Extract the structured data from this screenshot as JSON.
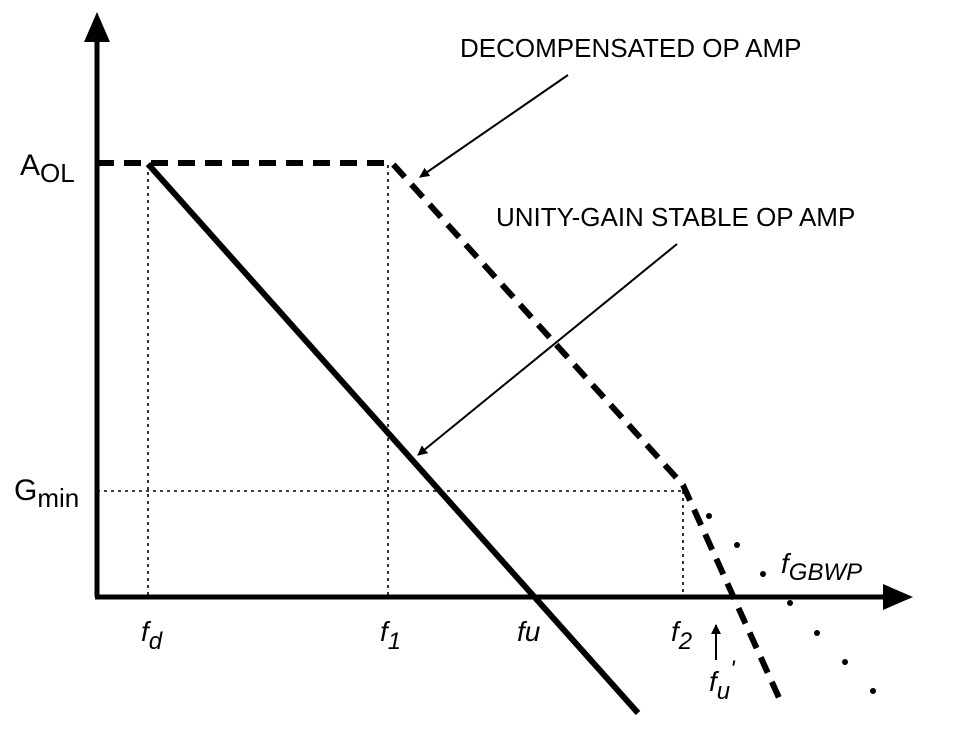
{
  "annotations": {
    "decompensated": "DECOMPENSATED OP AMP",
    "unity_gain": "UNITY-GAIN STABLE OP AMP"
  },
  "y_labels": {
    "aol_main": "A",
    "aol_sub": "OL",
    "gmin_main": "G",
    "gmin_sub": "min"
  },
  "x_labels": {
    "fd_main": "f",
    "fd_sub": "d",
    "f1_main": "f",
    "f1_sub": "1",
    "fu": "fu",
    "f2_main": "f",
    "f2_sub": "2",
    "fu_prime_main": "f",
    "fu_prime_sub": "u",
    "fu_prime_mark": "'",
    "fgbwp_main": "f",
    "fgbwp_sub": "GBWP"
  }
}
